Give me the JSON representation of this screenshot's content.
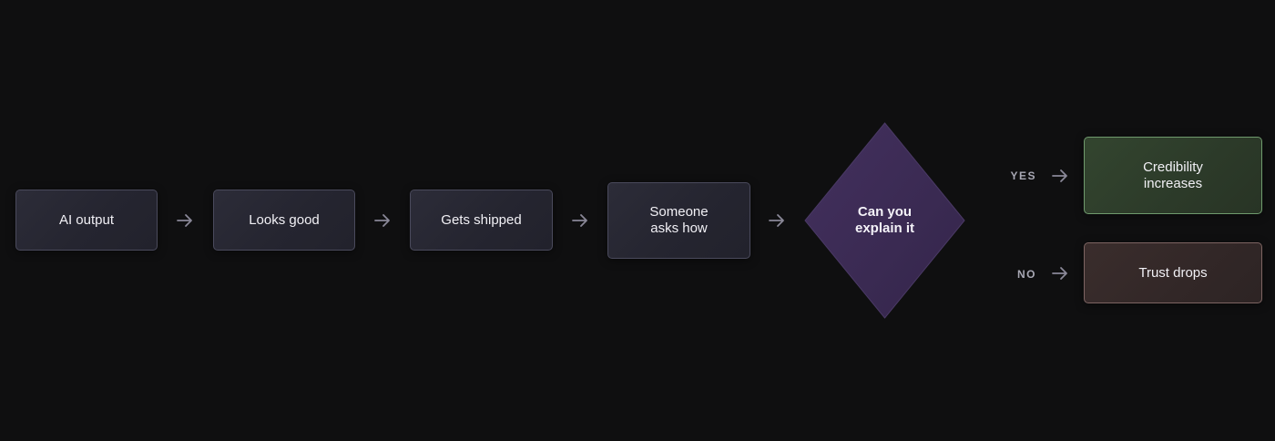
{
  "flow": {
    "steps": [
      {
        "label": "AI output"
      },
      {
        "label": "Looks good"
      },
      {
        "label": "Gets shipped"
      },
      {
        "label": "Someone\nasks how"
      }
    ],
    "decision": {
      "label": "Can you\nexplain it"
    },
    "branches": {
      "yes": {
        "label": "YES",
        "outcome": "Credibility\nincreases"
      },
      "no": {
        "label": "NO",
        "outcome": "Trust drops"
      }
    }
  },
  "colors": {
    "background": "#0f0f10",
    "box_border": "#4a4a5c",
    "arrow": "#8a8898",
    "decision_fill": "#3a2a52",
    "yes_border": "#6f9a6d",
    "no_border": "#7d6462"
  }
}
